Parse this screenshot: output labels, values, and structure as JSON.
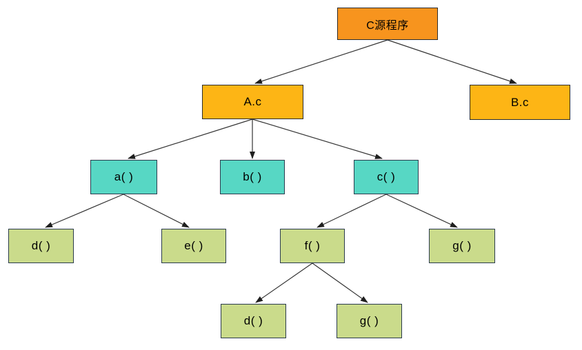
{
  "diagram": {
    "type": "tree",
    "description": "Call/structure tree of a C source program",
    "colors": {
      "root_fill": "#F7941E",
      "file_fill": "#FDB515",
      "function_fill": "#57D7C4",
      "leaf_fill": "#CADB8B",
      "border_dark": "#2B2B2B",
      "border_navy": "#2A3B4D",
      "arrow": "#333333",
      "text": "#000000",
      "background": "#FFFFFF"
    },
    "nodes": {
      "root": {
        "label": "C源程序",
        "type": "root"
      },
      "a_c": {
        "label": "A.c",
        "type": "file"
      },
      "b_c": {
        "label": "B.c",
        "type": "file"
      },
      "fn_a": {
        "label": "a( )",
        "type": "function"
      },
      "fn_b": {
        "label": "b( )",
        "type": "function"
      },
      "fn_c": {
        "label": "c( )",
        "type": "function"
      },
      "fn_d": {
        "label": "d( )",
        "type": "leaf"
      },
      "fn_e": {
        "label": "e( )",
        "type": "leaf"
      },
      "fn_f": {
        "label": "f( )",
        "type": "leaf"
      },
      "fn_g": {
        "label": "g( )",
        "type": "leaf"
      },
      "fn_d2": {
        "label": "d( )",
        "type": "leaf"
      },
      "fn_g2": {
        "label": "g( )",
        "type": "leaf"
      }
    },
    "edges": [
      {
        "from": "root",
        "to": "a_c"
      },
      {
        "from": "root",
        "to": "b_c"
      },
      {
        "from": "a_c",
        "to": "fn_a"
      },
      {
        "from": "a_c",
        "to": "fn_b"
      },
      {
        "from": "a_c",
        "to": "fn_c"
      },
      {
        "from": "fn_a",
        "to": "fn_d"
      },
      {
        "from": "fn_a",
        "to": "fn_e"
      },
      {
        "from": "fn_c",
        "to": "fn_f"
      },
      {
        "from": "fn_c",
        "to": "fn_g"
      },
      {
        "from": "fn_f",
        "to": "fn_d2"
      },
      {
        "from": "fn_f",
        "to": "fn_g2"
      }
    ]
  }
}
